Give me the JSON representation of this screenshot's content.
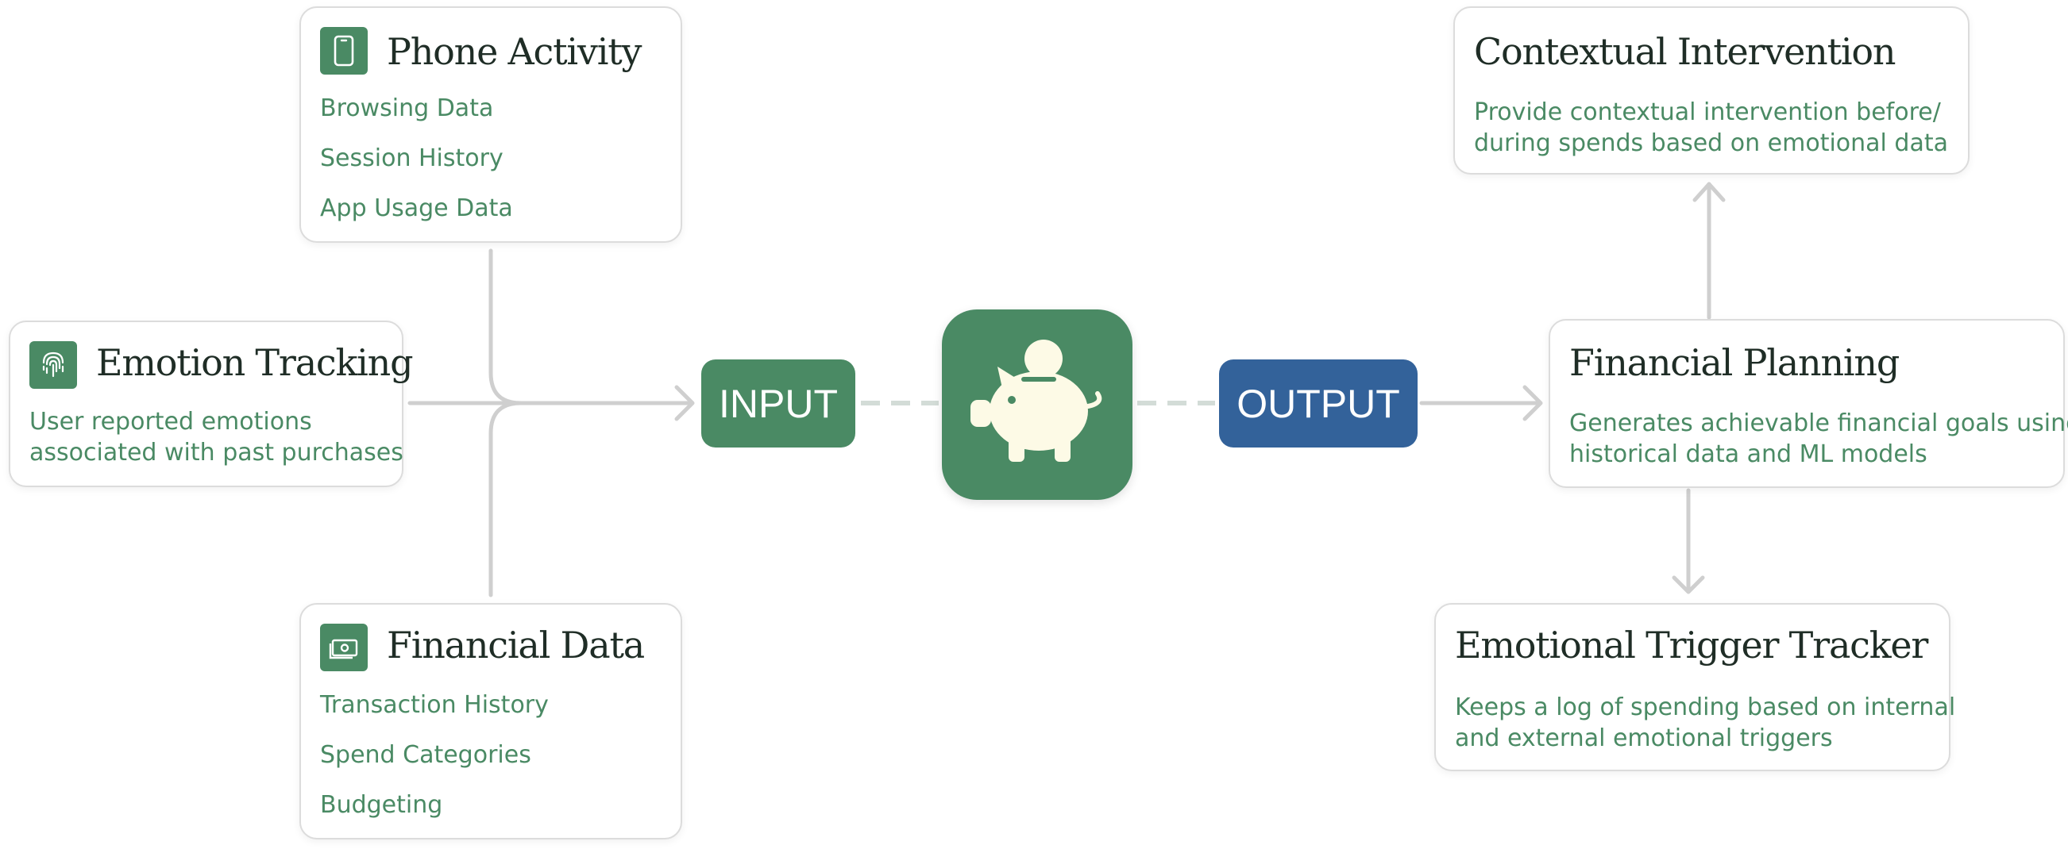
{
  "diagram": {
    "sources": {
      "phone_activity": {
        "title": "Phone Activity",
        "icon": "phone-icon",
        "items": [
          "Browsing Data",
          "Session History",
          "App Usage Data"
        ]
      },
      "emotion_tracking": {
        "title": "Emotion Tracking",
        "icon": "fingerprint-icon",
        "desc_lines": [
          "User reported emotions",
          "associated with past purchases"
        ]
      },
      "financial_data": {
        "title": "Financial Data",
        "icon": "banknote-icon",
        "items": [
          "Transaction History",
          "Spend Categories",
          "Budgeting"
        ]
      }
    },
    "input_label": "INPUT",
    "hub_icon": "piggy-bank-icon",
    "output_label": "OUTPUT",
    "outputs": {
      "contextual_intervention": {
        "title": "Contextual Intervention",
        "desc_lines": [
          "Provide contextual intervention before/",
          "during spends based on emotional data"
        ]
      },
      "financial_planning": {
        "title": "Financial Planning",
        "desc_lines": [
          "Generates achievable financial goals using",
          "historical data and ML models"
        ]
      },
      "emotional_trigger_tracker": {
        "title": "Emotional Trigger Tracker",
        "desc_lines": [
          "Keeps a log of spending based on internal",
          "and external emotional triggers"
        ]
      }
    },
    "colors": {
      "green": "#4a8a64",
      "blue": "#33629a",
      "connector": "#cfcfcf",
      "dashed": "#d3dcd7",
      "hub_icon": "#fdfae6",
      "title_text": "#1f2d26"
    }
  }
}
